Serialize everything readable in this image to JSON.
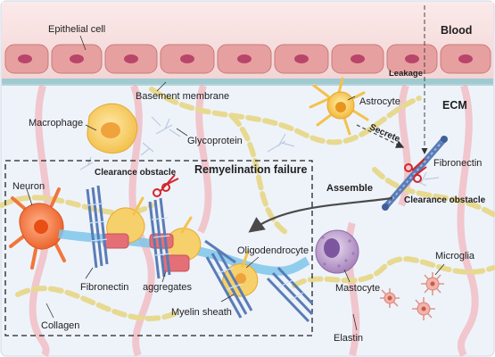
{
  "regions": {
    "blood": "Blood",
    "ecm": "ECM",
    "leakage": "Leakage"
  },
  "labels": {
    "epithelial_cell": "Epithelial cell",
    "basement_membrane": "Basement membrane",
    "macrophage": "Macrophage",
    "glycoprotein": "Glycoprotein",
    "astrocyte": "Astrocyte",
    "secrete": "Secrete",
    "fibronectin_right": "Fibronectin",
    "clearance_obstacle_right": "Clearance obstacle",
    "assemble": "Assemble",
    "remyelination_failure": "Remyelination failure",
    "clearance_obstacle_left": "Clearance obstacle",
    "neuron": "Neuron",
    "oligodendrocyte": "Oligodendrocyte",
    "fibronectin_left": "Fibronectin",
    "aggregates": "aggregates",
    "myelin_sheath": "Myelin sheath",
    "collagen": "Collagen",
    "mastocyte": "Mastocyte",
    "microglia": "Microglia",
    "elastin": "Elastin"
  },
  "colors": {
    "blood_bg": "#f6dede",
    "ecm_bg": "#eef3fa",
    "epithelial": "#e59a9a",
    "nucleus": "#b9456a",
    "basement": "#9fcbd0",
    "fibronectin": "#5a7cb6",
    "collagen": "#e7d98f",
    "elastin": "#f1b7bd",
    "astrocyte": "#f6c84f",
    "neuron": "#f0763a",
    "oligodendrocyte": "#f4c556",
    "myelin": "#7ec6ea",
    "aggregate": "#e46f76",
    "mastocyte": "#b391c4",
    "microglia": "#e9a79c",
    "scissors": "#d4242a"
  }
}
